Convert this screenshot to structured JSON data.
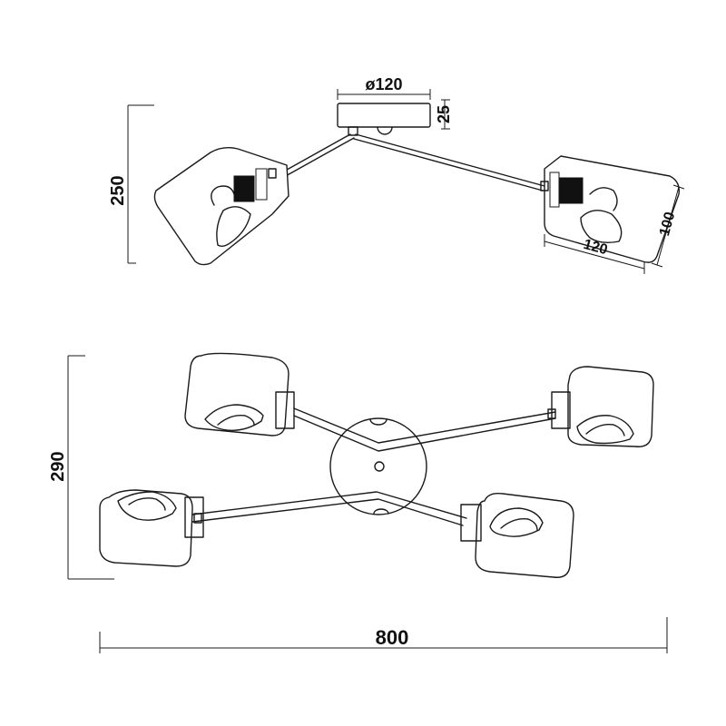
{
  "dimensions": {
    "canopy_diameter": "ø120",
    "canopy_height": "25",
    "side_height": "250",
    "shade_width": "120",
    "shade_height": "100",
    "top_depth": "290",
    "overall_width": "800"
  }
}
